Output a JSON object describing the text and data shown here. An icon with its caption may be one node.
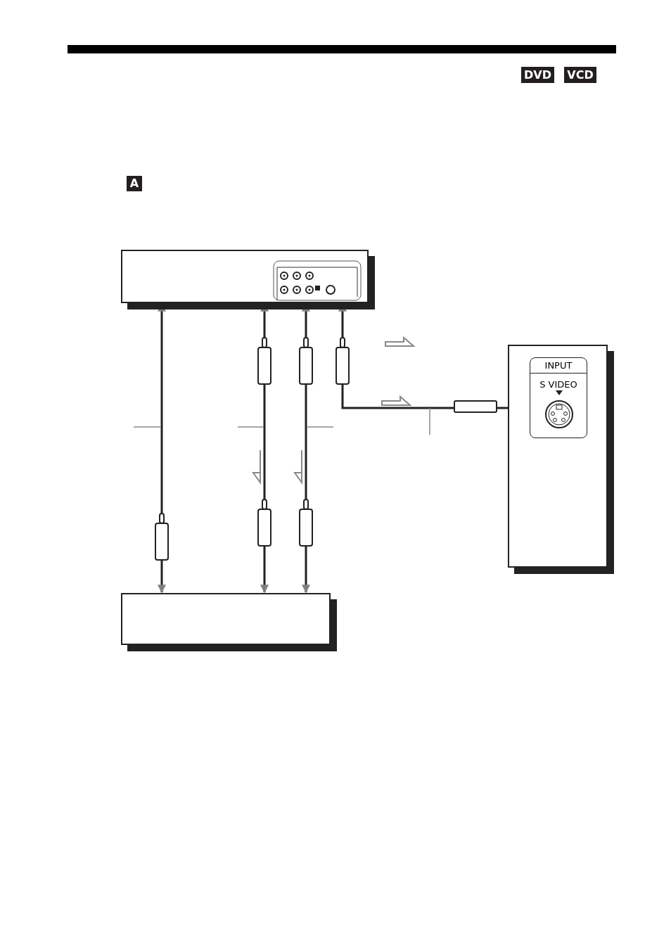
{
  "diagram": {
    "nodes": [
      {
        "text": [],
        "shape": "box"
      },
      {
        "text": [],
        "shape": "box"
      },
      {
        "text": [
          "INPUT",
          "S VIDEO"
        ],
        "in": 1
      },
      {
        "text": [],
        "shape": "box"
      }
    ],
    "edges": [
      {
        "from": 0,
        "to": 3,
        "arrow": "both"
      },
      {
        "from": 0,
        "to": 3,
        "arrow": "both"
      },
      {
        "from": 0,
        "to": 3,
        "arrow": "both"
      },
      {
        "from": 0,
        "to": 2,
        "arrow": "both"
      }
    ],
    "labels": [
      "DVD",
      "VCD",
      "A"
    ]
  }
}
